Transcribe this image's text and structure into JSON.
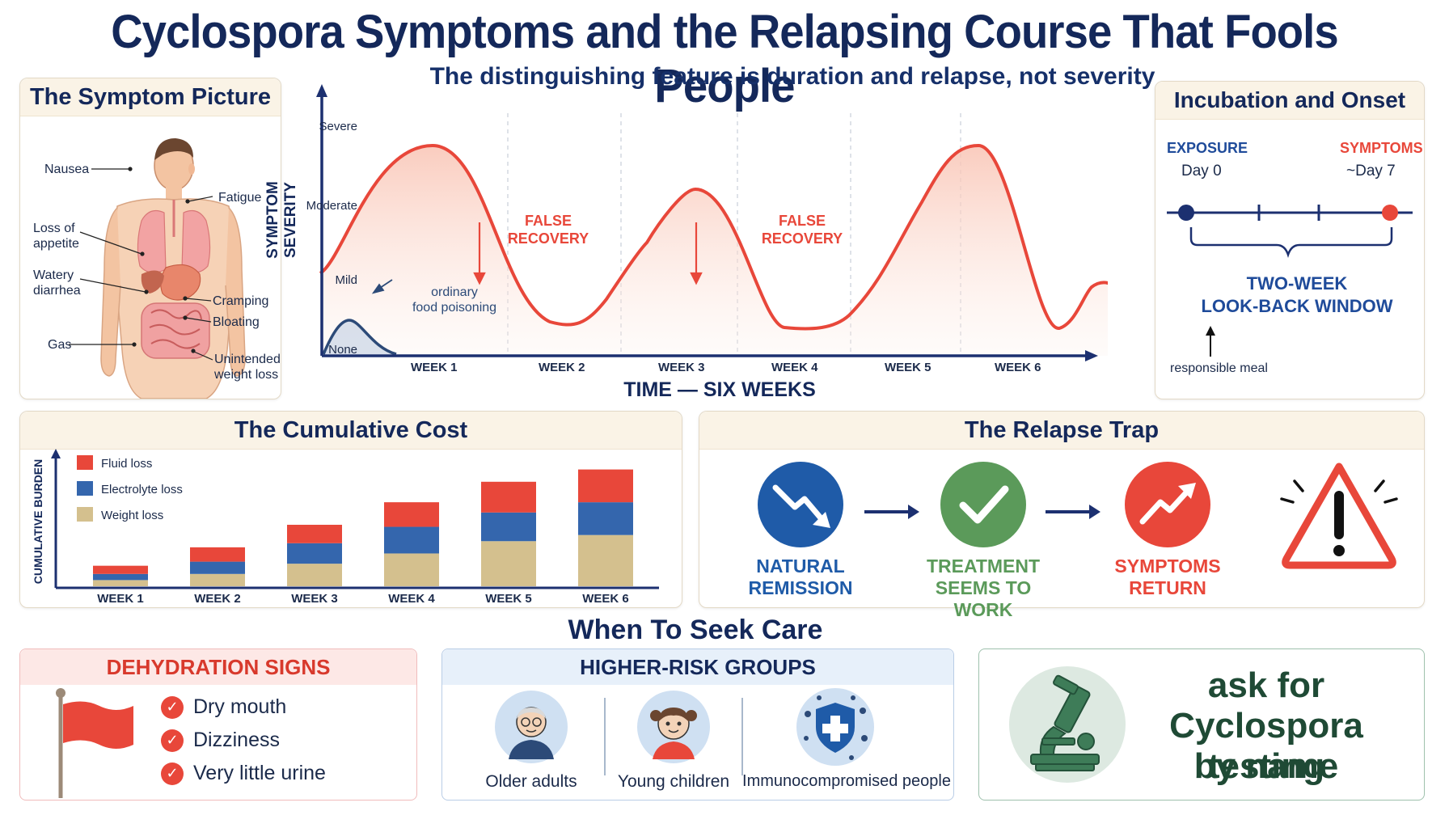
{
  "title": "Cyclospora Symptoms and the Relapsing Course That Fools People",
  "subtitle": "The distinguishing feature is duration and relapse, not severity",
  "symptom_picture": {
    "heading": "The Symptom Picture",
    "labels": {
      "nausea": "Nausea",
      "fatigue": "Fatigue",
      "loss_of_appetite": "Loss of\nappetite",
      "watery_diarrhea": "Watery\ndiarrhea",
      "cramping": "Cramping",
      "bloating": "Bloating",
      "gas": "Gas",
      "unintended_weight_loss": "Unintended\nweight loss"
    }
  },
  "severity_chart": {
    "y_axis_title": "SYMPTOM SEVERITY",
    "x_axis_title": "TIME — SIX WEEKS",
    "y_levels": [
      "None",
      "Mild",
      "Moderate",
      "Severe"
    ],
    "weeks": [
      "WEEK 1",
      "WEEK 2",
      "WEEK 3",
      "WEEK 4",
      "WEEK 5",
      "WEEK 6"
    ],
    "false_recovery_label": "FALSE\nRECOVERY",
    "ordinary_label": "ordinary\nfood poisoning",
    "colors": {
      "cyclospora": "#e8473a",
      "ordinary": "#2c4a78",
      "axis": "#1c3070"
    }
  },
  "incubation": {
    "heading": "Incubation and Onset",
    "exposure_label": "EXPOSURE",
    "exposure_day": "Day 0",
    "symptoms_label": "SYMPTOMS",
    "symptoms_day": "~Day 7",
    "window_label": "TWO-WEEK\nLOOK-BACK WINDOW",
    "meal_label": "responsible meal"
  },
  "cumulative_cost": {
    "heading": "The Cumulative Cost",
    "y_axis_title": "CUMULATIVE BURDEN",
    "legend": [
      "Fluid loss",
      "Electrolyte loss",
      "Weight loss"
    ]
  },
  "chart_data": {
    "type": "bar",
    "stacked": true,
    "categories": [
      "WEEK 1",
      "WEEK 2",
      "WEEK 3",
      "WEEK 4",
      "WEEK 5",
      "WEEK 6"
    ],
    "ylabel": "CUMULATIVE BURDEN",
    "series": [
      {
        "name": "Weight loss",
        "color": "#d4c08e",
        "values": [
          3,
          6,
          11,
          16,
          22,
          25
        ]
      },
      {
        "name": "Electrolyte loss",
        "color": "#3466ad",
        "values": [
          3,
          6,
          10,
          13,
          14,
          16
        ]
      },
      {
        "name": "Fluid loss",
        "color": "#e8473a",
        "values": [
          4,
          7,
          9,
          12,
          15,
          16
        ]
      }
    ],
    "ylim": [
      0,
      60
    ],
    "legend_position": "top-left"
  },
  "relapse_trap": {
    "heading": "The Relapse Trap",
    "steps": [
      {
        "label": "NATURAL\nREMISSION",
        "color": "#1f5ba8",
        "icon": "down-trend-icon"
      },
      {
        "label": "TREATMENT\nSEEMS TO WORK",
        "color": "#5b9a5a",
        "icon": "checkmark-icon"
      },
      {
        "label": "SYMPTOMS\nRETURN",
        "color": "#e8473a",
        "icon": "up-trend-icon"
      }
    ],
    "warning_icon": "warning-triangle-icon"
  },
  "seek_care": {
    "heading": "When To Seek Care",
    "dehydration": {
      "heading": "DEHYDRATION SIGNS",
      "items": [
        "Dry mouth",
        "Dizziness",
        "Very little urine"
      ]
    },
    "higher_risk": {
      "heading": "HIGHER-RISK GROUPS",
      "groups": [
        "Older adults",
        "Young children",
        "Immunocompromised people"
      ]
    },
    "ask": {
      "line1": "ask for",
      "line2": "Cyclospora testing",
      "line3": "by name"
    }
  }
}
